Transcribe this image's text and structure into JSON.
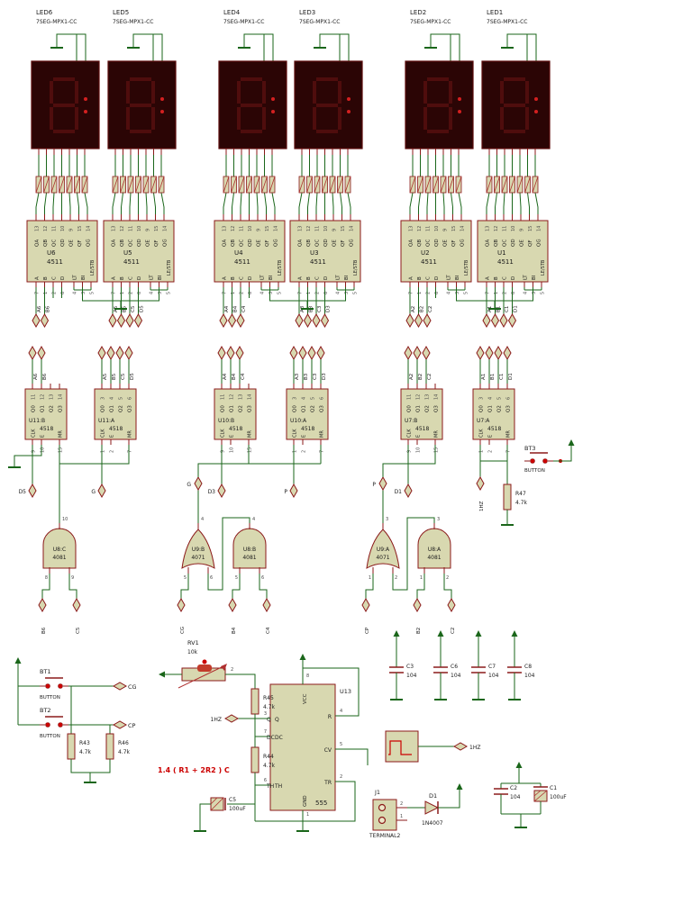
{
  "schematic": {
    "displays": {
      "part": "7SEG-MPX1-CC",
      "refs": [
        "LED6",
        "LED5",
        "LED4",
        "LED3",
        "LED2",
        "LED1"
      ]
    },
    "decoders": {
      "part": "4511",
      "refs": [
        "U6",
        "U5",
        "U4",
        "U3",
        "U2",
        "U1"
      ],
      "out_pins": [
        {
          "num": "13",
          "label": "QA"
        },
        {
          "num": "12",
          "label": "QB"
        },
        {
          "num": "11",
          "label": "QC"
        },
        {
          "num": "10",
          "label": "QD"
        },
        {
          "num": "9",
          "label": "QE"
        },
        {
          "num": "15",
          "label": "QF"
        },
        {
          "num": "14",
          "label": "QG"
        }
      ],
      "in_pins": [
        {
          "num": "7",
          "label": "A"
        },
        {
          "num": "1",
          "label": "B"
        },
        {
          "num": "2",
          "label": "C"
        },
        {
          "num": "6",
          "label": "D"
        }
      ],
      "ctrl_pins": [
        {
          "num": "4",
          "label": "LT"
        },
        {
          "num": "3",
          "label": "BI"
        },
        {
          "num": "5",
          "label": "LE/STB"
        }
      ]
    },
    "bus_signals": [
      [
        "A6",
        "B6"
      ],
      [
        "A5",
        "B5",
        "C5",
        "D5"
      ],
      [
        "A4",
        "B4",
        "C4"
      ],
      [
        "A3",
        "B3",
        "C3",
        "D3"
      ],
      [
        "A2",
        "B2",
        "C2"
      ],
      [
        "A1",
        "B1",
        "C1",
        "D1"
      ]
    ],
    "counters": {
      "part": "4518",
      "refs": [
        "U11:B",
        "U11:A",
        "U10:B",
        "U10:A",
        "U7:B",
        "U7:A"
      ],
      "halves": [
        "B",
        "A",
        "B",
        "A",
        "B",
        "A"
      ],
      "out_labels": [
        "Q0",
        "Q1",
        "Q2",
        "Q3"
      ],
      "pin_sets": {
        "B": {
          "outs": [
            "11",
            "12",
            "13",
            "14"
          ],
          "clk": "9",
          "e": "10",
          "mr": "15"
        },
        "A": {
          "outs": [
            "3",
            "4",
            "5",
            "6"
          ],
          "clk": "1",
          "e": "2",
          "mr": "7"
        }
      },
      "left_labels": [
        "CLK",
        "E"
      ],
      "right_label": "MR"
    },
    "gates": [
      {
        "ref": "U8:C",
        "part": "4081",
        "shape": "and",
        "out": "10",
        "ins": [
          "8",
          "9"
        ]
      },
      {
        "ref": "U9:B",
        "part": "4071",
        "shape": "or",
        "out": "4",
        "ins": [
          "5",
          "6"
        ]
      },
      {
        "ref": "U8:B",
        "part": "4081",
        "shape": "and",
        "out": "4",
        "ins": [
          "5",
          "6"
        ]
      },
      {
        "ref": "U9:A",
        "part": "4071",
        "shape": "or",
        "out": "3",
        "ins": [
          "1",
          "2"
        ]
      },
      {
        "ref": "U8:A",
        "part": "4081",
        "shape": "and",
        "out": "3",
        "ins": [
          "1",
          "2"
        ]
      }
    ],
    "mid_terminals": [
      "D5",
      "G",
      "D3",
      "P",
      "D1",
      "G",
      "P"
    ],
    "gate_terminals": [
      "B6",
      "C5",
      "CG",
      "B4",
      "C4",
      "CP",
      "B2",
      "C2"
    ],
    "left_terminals": [
      "CG",
      "CP"
    ],
    "hz_label": "1HZ",
    "buttons": [
      {
        "ref": "BT1",
        "part": "BUTTON"
      },
      {
        "ref": "BT2",
        "part": "BUTTON"
      },
      {
        "ref": "BT3",
        "part": "BUTTON"
      }
    ],
    "resistors": [
      {
        "ref": "R43",
        "value": "4.7k"
      },
      {
        "ref": "R46",
        "value": "4.7k"
      },
      {
        "ref": "R45",
        "value": "4.7k"
      },
      {
        "ref": "R44",
        "value": "4.7k"
      },
      {
        "ref": "R47",
        "value": "4.7k"
      }
    ],
    "pot": {
      "ref": "RV1",
      "value": "10k"
    },
    "timer": {
      "ref": "U13",
      "part": "555",
      "left_pins": [
        {
          "num": "3",
          "label": "Q"
        },
        {
          "num": "7",
          "label": "DC"
        },
        {
          "num": "6",
          "label": "TH"
        }
      ],
      "right_pins": [
        {
          "num": "4",
          "label": "R"
        },
        {
          "num": "5",
          "label": "CV"
        },
        {
          "num": "2",
          "label": "TR"
        }
      ],
      "top_pin": {
        "num": "8",
        "label": "VCC"
      },
      "bottom_pin": {
        "num": "1",
        "label": "GND"
      }
    },
    "formula": "1.4 ( R1 + 2R2 ) C",
    "caps": [
      {
        "ref": "C3",
        "value": "104"
      },
      {
        "ref": "C6",
        "value": "104"
      },
      {
        "ref": "C7",
        "value": "104"
      },
      {
        "ref": "C8",
        "value": "104"
      },
      {
        "ref": "C5",
        "value": "100uF"
      },
      {
        "ref": "C2",
        "value": "104"
      },
      {
        "ref": "C1",
        "value": "100uF"
      }
    ],
    "diode": {
      "ref": "D1",
      "part": "1N4007"
    },
    "connector": {
      "ref": "J1",
      "part": "TERMINAL2",
      "pins": [
        "2",
        "1"
      ]
    },
    "colors": {
      "body": "#d8d8b0",
      "outline": "#8b1a1a",
      "wire": "#1a661a",
      "text": "#1a1a1a",
      "pin_text": "#4a4a4a",
      "red": "#cc0000",
      "display_bg": "#2b0505",
      "display_seg": "#4f0d0d",
      "formula": "#cc0000"
    }
  }
}
